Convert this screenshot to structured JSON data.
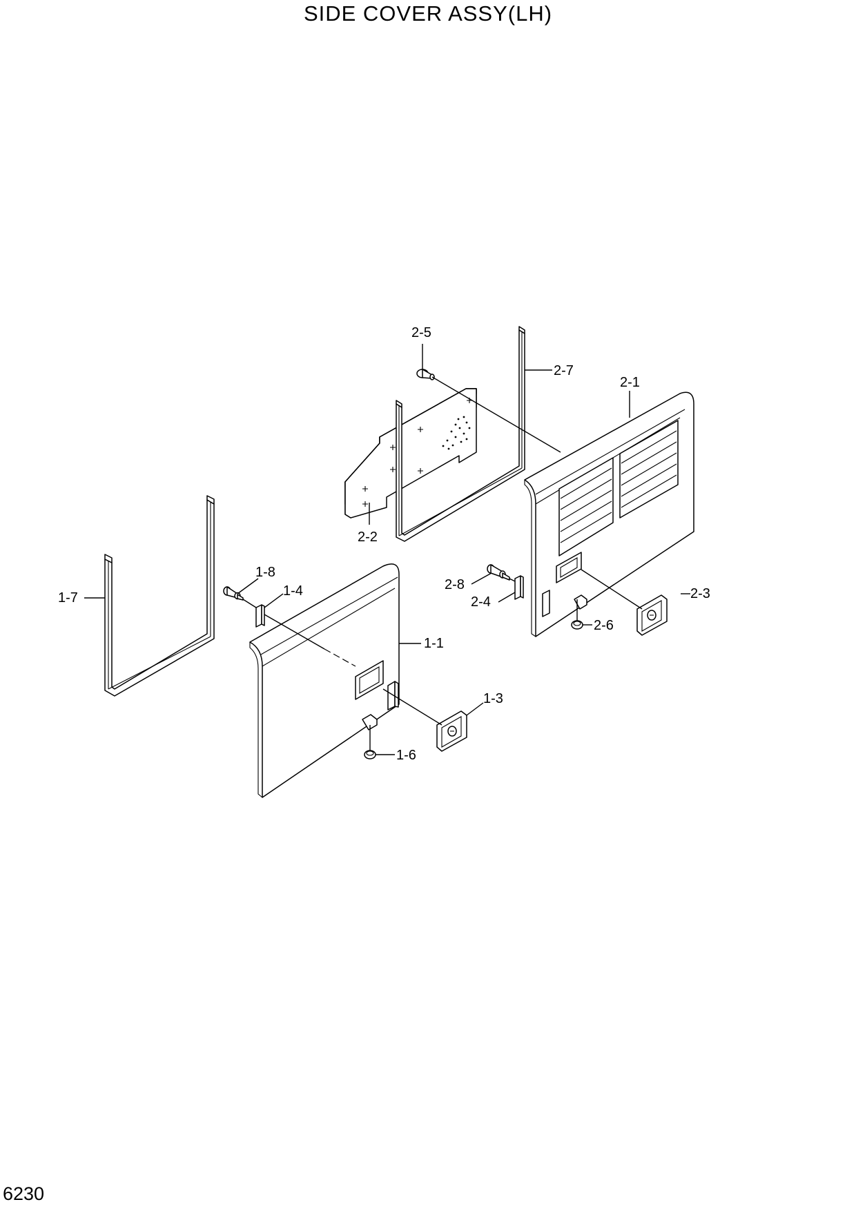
{
  "title": "SIDE COVER ASSY(LH)",
  "page_number": "6230",
  "callouts": {
    "c_2_5": "2-5",
    "c_2_7": "2-7",
    "c_2_1": "2-1",
    "c_2_2": "2-2",
    "c_2_8": "2-8",
    "c_2_4": "2-4",
    "c_2_3": "2-3",
    "c_2_6": "2-6",
    "c_1_7": "1-7",
    "c_1_8": "1-8",
    "c_1_4": "1-4",
    "c_1_1": "1-1",
    "c_1_3": "1-3",
    "c_1_6": "1-6"
  }
}
